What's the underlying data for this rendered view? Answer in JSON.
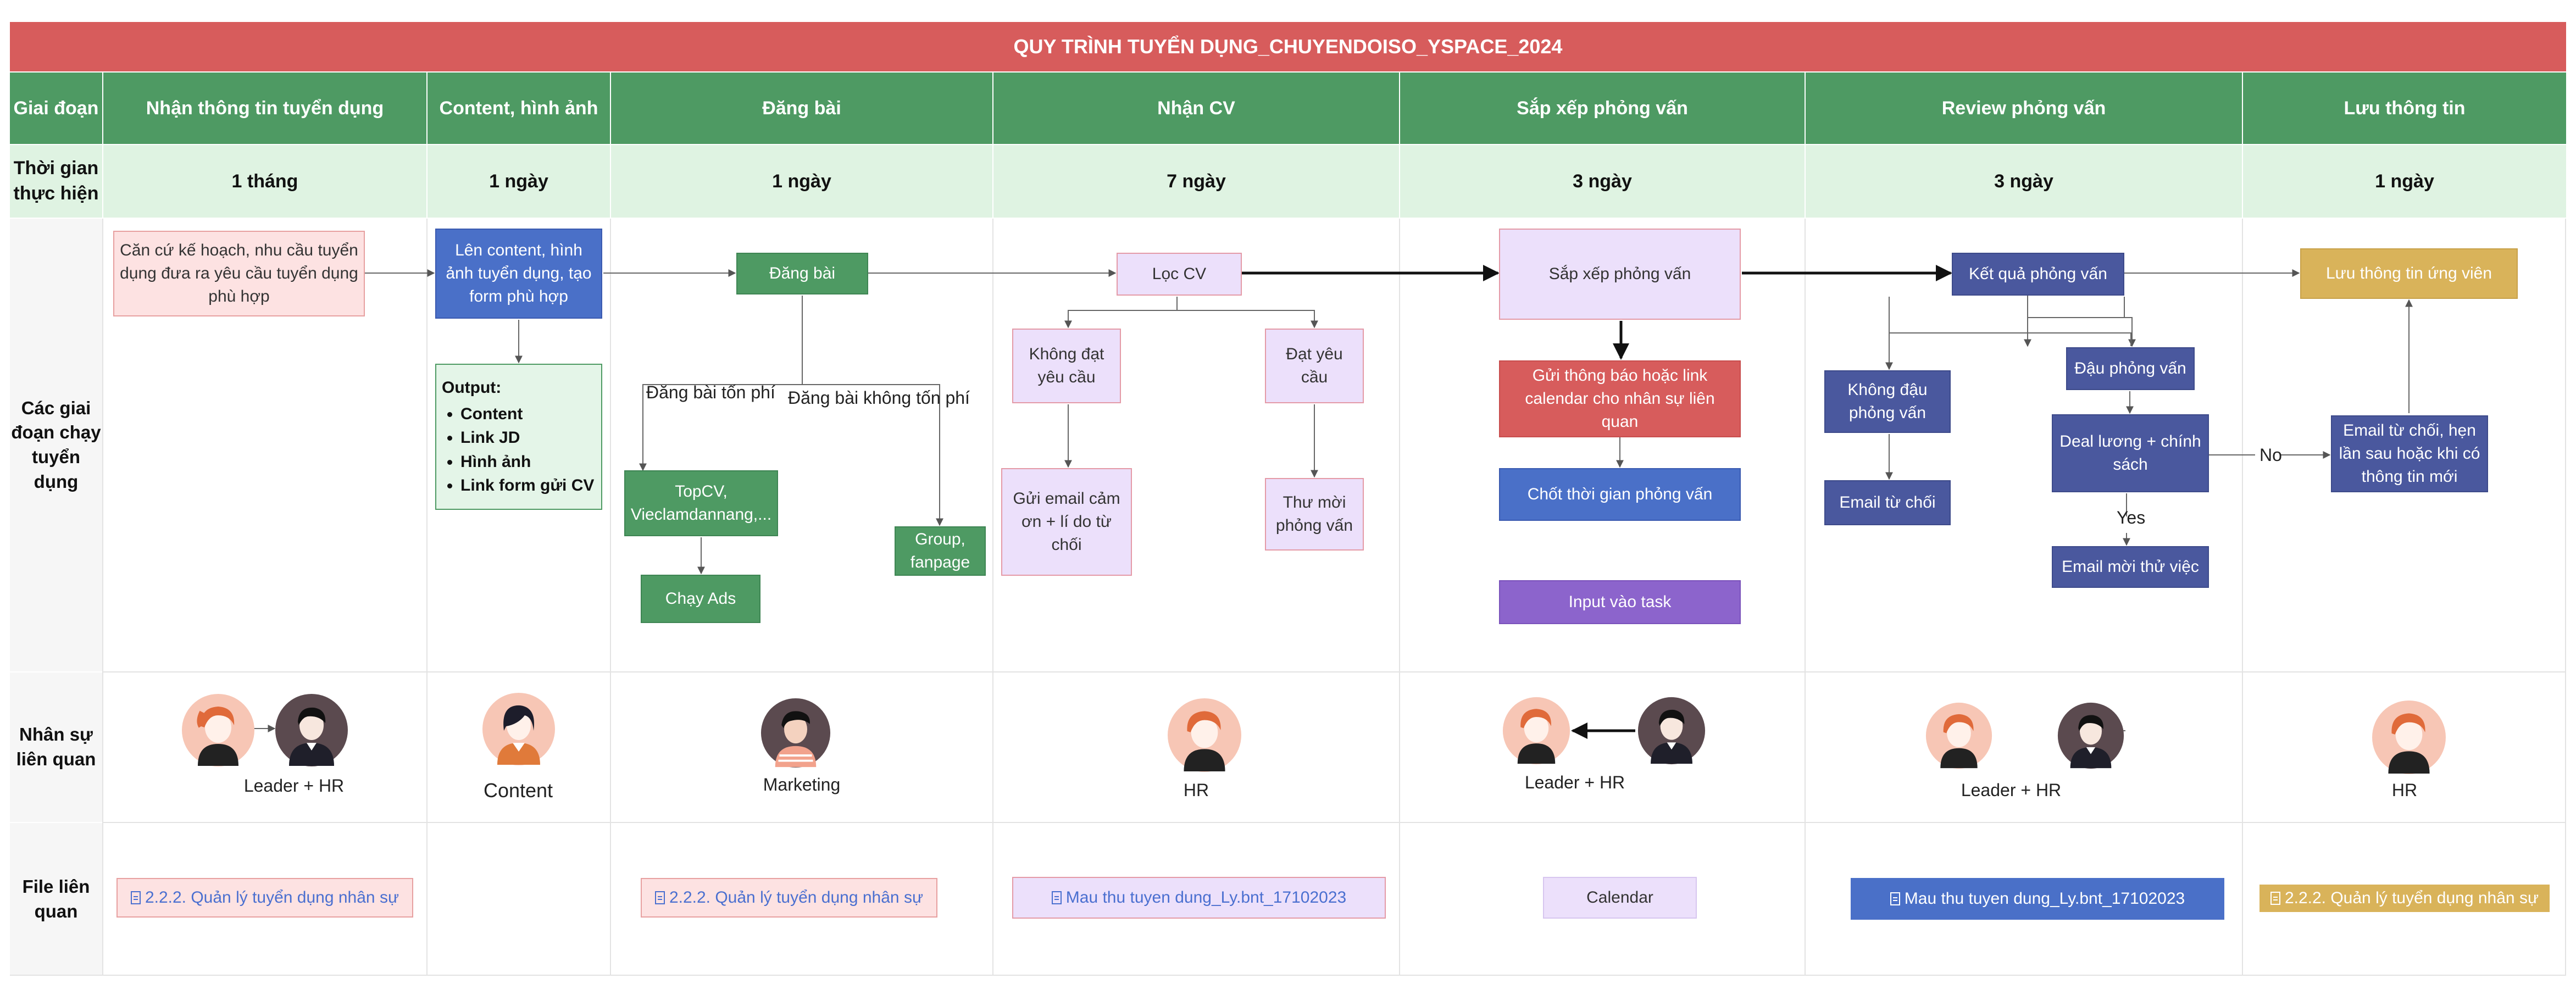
{
  "title": "QUY TRÌNH TUYỂN DỤNG_CHUYENDOISO_YSPACE_2024",
  "row_labels": {
    "stage": "Giai đoạn",
    "time": "Thời gian thực hiện",
    "steps": "Các giai đoạn chạy tuyển dụng",
    "people": "Nhân sự liên quan",
    "files": "File liên quan"
  },
  "stages": [
    {
      "name": "Nhận thông tin tuyển dụng",
      "time": "1 tháng"
    },
    {
      "name": "Content, hình ảnh",
      "time": "1 ngày"
    },
    {
      "name": "Đăng bài",
      "time": "1 ngày"
    },
    {
      "name": "Nhận CV",
      "time": "7 ngày"
    },
    {
      "name": "Sắp xếp phỏng vấn",
      "time": "3 ngày"
    },
    {
      "name": "Review phỏng vấn",
      "time": "3 ngày"
    },
    {
      "name": "Lưu thông tin",
      "time": "1 ngày"
    }
  ],
  "nodes": {
    "plan": "Căn cứ kế hoạch, nhu cầu tuyển dụng đưa ra yêu cầu tuyển dụng phù hợp",
    "content": "Lên content, hình ảnh tuyển dụng, tạo form phù hợp",
    "output_title": "Output:",
    "output_items": [
      "Content",
      "Link JD",
      "Hình ảnh",
      "Link form gửi CV"
    ],
    "post": "Đăng bài",
    "paid_label": "Đăng bài tốn phí",
    "free_label": "Đăng bài không tốn phí",
    "topcv": "TopCV, Vieclamdannang,...",
    "ads": "Chạy Ads",
    "group": "Group, fanpage",
    "filter": "Lọc CV",
    "fail_req": "Không đạt yêu cầu",
    "pass_req": "Đạt yêu cầu",
    "thanks_email": "Gửi email cảm ơn + lí do từ chối",
    "invite_letter": "Thư mời phỏng vấn",
    "schedule": "Sắp xếp phỏng vấn",
    "notify": "Gửi thông báo hoặc link calendar cho nhân sự liên quan",
    "confirm_time": "Chốt thời gian phỏng vấn",
    "input_task": "Input vào task",
    "result": "Kết quả phỏng vấn",
    "fail_iv": "Không đậu phỏng vấn",
    "reject_email": "Email từ chối",
    "pass_iv": "Đậu phỏng vấn",
    "deal": "Deal lương + chính sách",
    "yes": "Yes",
    "no": "No",
    "trial_email": "Email mời thử việc",
    "reject_later": "Email từ chối, hẹn lần sau hoặc khi có thông tin mới",
    "save": "Lưu thông tin ứng viên"
  },
  "people": {
    "c1": "Leader + HR",
    "c2": "Content",
    "c3": "Marketing",
    "c4": "HR",
    "c5": "Leader + HR",
    "c6": "Leader + HR",
    "c7": "HR"
  },
  "files": {
    "c1": "2.2.2. Quản lý tuyển dụng nhân sự",
    "c3": "2.2.2. Quản lý tuyển dụng nhân sự",
    "c4": "Mau thu tuyen dung_Ly.bnt_17102023",
    "c5": "Calendar",
    "c6": "Mau thu tuyen dung_Ly.bnt_17102023",
    "c7": "2.2.2. Quản lý tuyển dụng nhân sự"
  },
  "colors": {
    "title": "#d75c5c",
    "header": "#4e9a63",
    "time_row": "#dff3e2",
    "blue": "#4a70c8",
    "navy": "#4a589e",
    "gold": "#d9b35a",
    "purple": "#8c64cc",
    "lavender": "#ece0fb",
    "pink": "#fde2e2"
  }
}
